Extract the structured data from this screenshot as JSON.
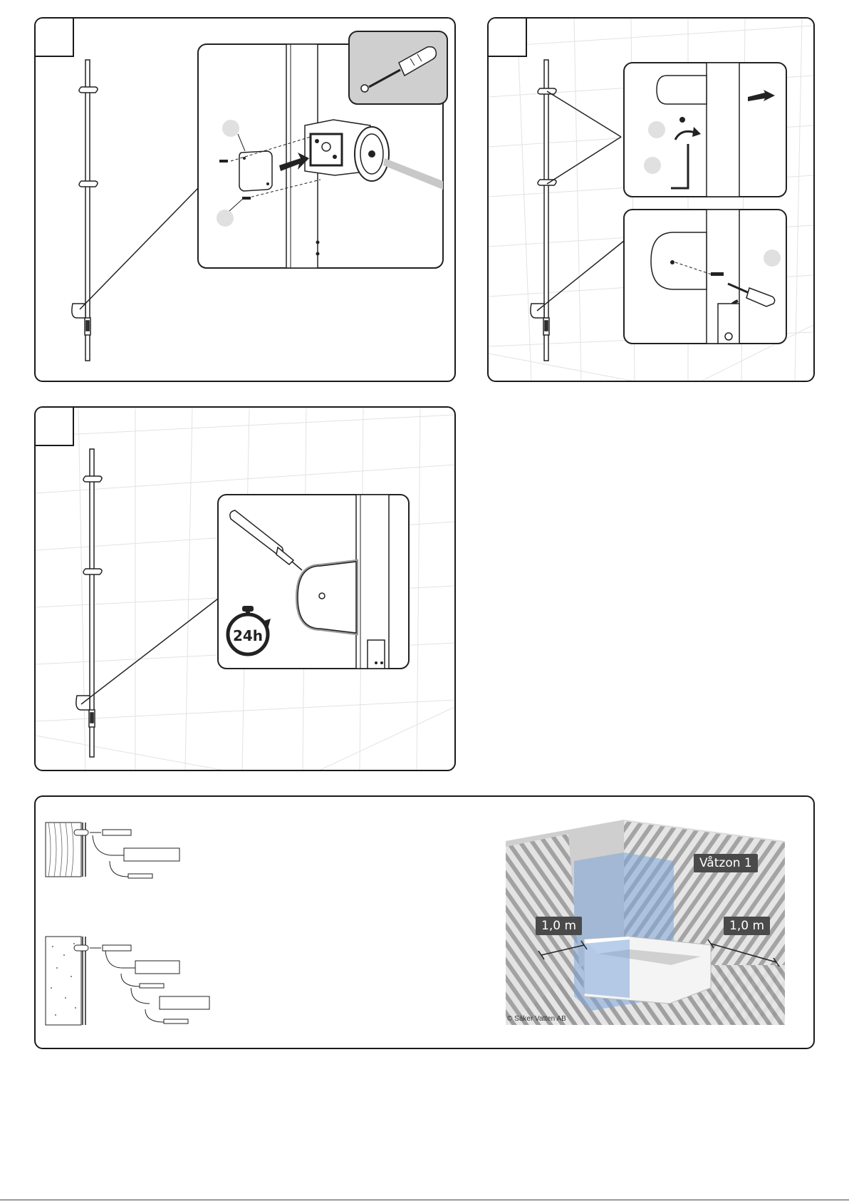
{
  "steps": [
    {
      "number": ""
    },
    {
      "number": ""
    },
    {
      "number": ""
    }
  ],
  "curing": {
    "time_label": "24h"
  },
  "wet_zone": {
    "zone_label": "Våtzon 1",
    "distance_left": "1,0 m",
    "distance_right": "1,0 m",
    "credit": "© Säker Vatten AB"
  }
}
